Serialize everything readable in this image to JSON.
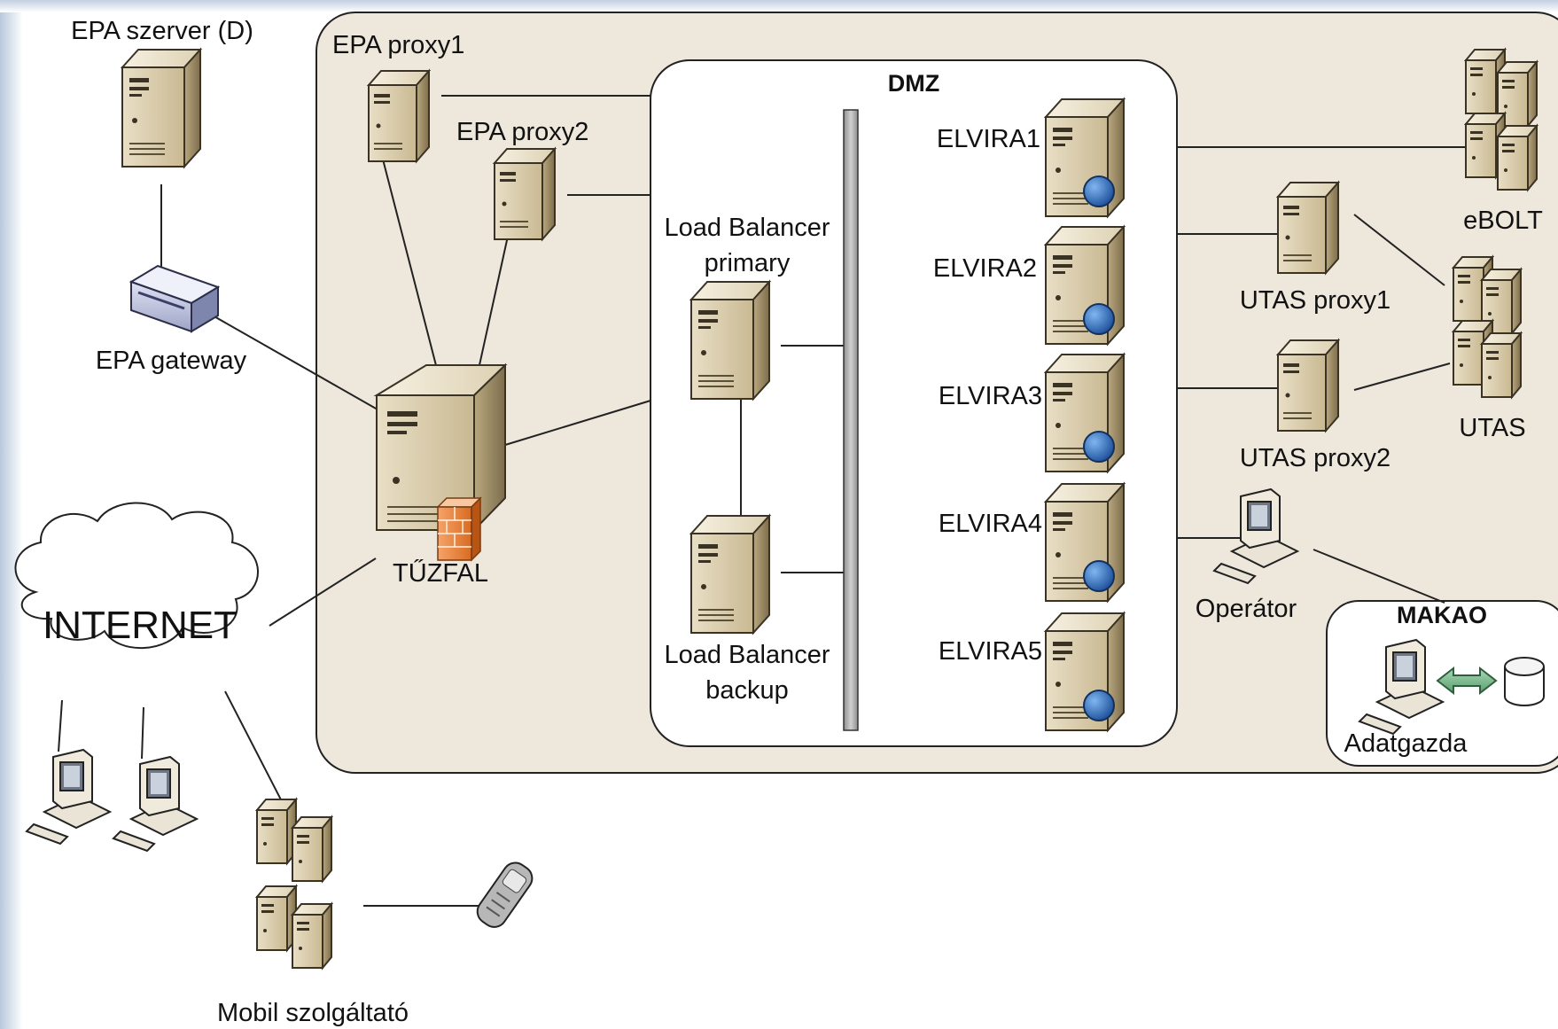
{
  "diagram": {
    "zones": {
      "dmz": "DMZ",
      "makao": "MAKAO"
    },
    "nodes": {
      "epa_server": "EPA szerver (D)",
      "epa_gateway": "EPA gateway",
      "epa_proxy1": "EPA proxy1",
      "epa_proxy2": "EPA proxy2",
      "firewall": "TŰZFAL",
      "internet": "INTERNET",
      "mobile_provider": "Mobil szolgáltató",
      "lb_primary_line1": "Load Balancer",
      "lb_primary_line2": "primary",
      "lb_backup_line1": "Load Balancer",
      "lb_backup_line2": "backup",
      "elvira1": "ELVIRA1",
      "elvira2": "ELVIRA2",
      "elvira3": "ELVIRA3",
      "elvira4": "ELVIRA4",
      "elvira5": "ELVIRA5",
      "ebolt": "eBOLT",
      "utas_proxy1": "UTAS proxy1",
      "utas_proxy2": "UTAS proxy2",
      "utas": "UTAS",
      "operator": "Operátor",
      "adatgazda": "Adatgazda"
    }
  }
}
